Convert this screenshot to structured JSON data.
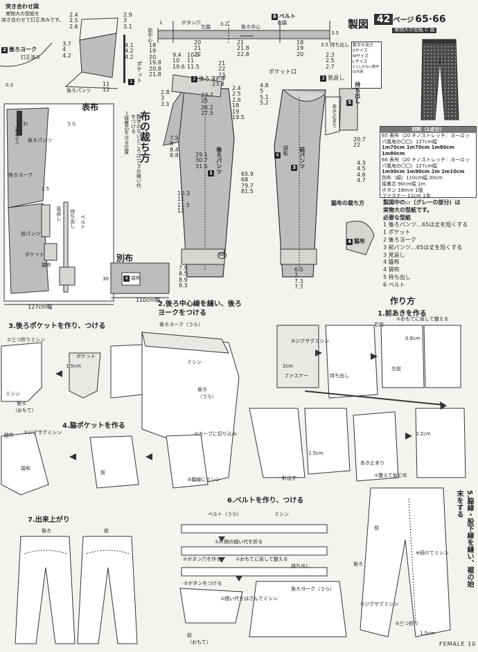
{
  "header": {
    "page_badge": "42",
    "page_label": "ページ",
    "model_numbers": "65·66",
    "full_size_note": "実物大の型紙 C 面",
    "seizu_title": "製図"
  },
  "overlap_diagram": {
    "title": "突き合わせ図",
    "note_line1": "実物大の型紙を",
    "note_line2": "突き合わせて訂正済みです。",
    "yoke_label": "後ろヨーク",
    "yoke_note": "訂正済み",
    "pocket_label": "ポケット",
    "back_pants_label": "後ろパンツ",
    "nums_a": "2.4\n2.5\n2.6",
    "nums_b": "2.9\n3\n3.1",
    "nums_c": "3.7\n4\n4.2",
    "nums_d": "4.1\n4.2\n4.2",
    "nums_e": "11\n12",
    "nums_f": "0.3"
  },
  "belt_draft": {
    "button_hole": "ボタン穴",
    "left_front": "左脇",
    "center_back": "後ろ中心",
    "right_side": "右脇",
    "belt_label": "ベルト",
    "front_center": "前中心",
    "n1": "1",
    "n2": "0.2",
    "n3": "3.5",
    "n_top1": "20\n21\n22",
    "n_top2": "21\n21.8\n22.8",
    "n_top3": "18\n19\n20",
    "n_side": "3.5 持ち出し"
  },
  "sizes_legend": {
    "title": "数字の見方",
    "s": "Sサイズ",
    "m": "Mサイズ",
    "l": "Lサイズ",
    "one": "1つしかない数字は共通"
  },
  "front_draft_labels": {
    "pocket_mouth": "ポケット口",
    "facing": "見返し",
    "placket": "持ち出し",
    "opening_end": "あき止まり",
    "back_pants": "後ろパンツ",
    "front_pants": "前パンツ",
    "bag": "袋布",
    "side_pocket": "脇布",
    "side_cloth_cut": "脇布の裁ち方",
    "back_yoke": "後ろヨーク"
  },
  "draft_numbers": {
    "left_col": "18\n19\n20\n19.8\n20.8\n21.8",
    "l2": "9.4\n10\n10.6",
    "l3": "10.5\n11\n11.5",
    "l4": "21\n22\n23",
    "l5": "22.8\n23.8",
    "mid_a": "23.7\n25",
    "mid_b": "26.2\n27.5",
    "mid_c": "29.1\n30.7\n31.5",
    "mid_d": "65.9\n68\n79.7\n81.5",
    "mid_e": "10.3\n11\n11.5\n12",
    "mid_f": "7.9\n8.5\n8.9\n9.3",
    "mid_g": "6.5\n7\n7.3\n7.7",
    "r_a": "4.8\n5\n5.1\n5.2",
    "r_b": "20.7\n22",
    "r_c": "4.3\n4.5\n4.6\n4.7",
    "r_d": "2.3\n2.5\n2.7",
    "side_nums": "2.4\n2.5\n2.6\n18\n19\n19.5",
    "left_edge": "2.8\n3\n3.1",
    "hip": "7.5\n8\n8.4\n8.8",
    "n66": "66"
  },
  "product": {
    "caption_badge": "実物大の型紙 C 面",
    "materials_title": "材料（1点分）",
    "mat_65": "65 表布（20 チノストレッチ：ヨーロッパ風地の〇〇）127cm幅",
    "mat_65_len": "1m70cm 1m70cm 1m80cm 1m80cm",
    "mat_66": "66 表布（20 チノストレッチ：ヨーロッパ風地の〇〇）127cm幅",
    "mat_66_len": "1m90cm 1m90cm 2m 2m10cm",
    "mat_other": "別布（綿）110cm幅 30cm",
    "mat_interfacing": "接着芯 90cm幅 1m",
    "mat_button": "ボタン 18mm 1個",
    "mat_zipper": "ファスナー 11cm 1本"
  },
  "pattern_list": {
    "intro1": "製図中の▭（グレーの部分）は",
    "intro2": "実物大の型紙です。",
    "intro3": "必要な型紙",
    "items": [
      "1 後ろパンツ…65は丈を短くする",
      "1 ポケット",
      "2 後ろヨーク",
      "3 前パンツ…65は丈を短くする",
      "3 見返し",
      "4 脇布",
      "4 袋布",
      "5 持ち出し",
      "6 ベルト"
    ]
  },
  "cutting": {
    "title_v": "布の裁ち方",
    "omote_label": "表布",
    "note_v": "数字のないところは1cmの縫い代をつける",
    "legend": "＝接着芯をはる位置",
    "width_127": "127cm幅",
    "width_110": "110cm幅",
    "betsu_label": "別布",
    "bag_label": "袋布",
    "label_30": "30",
    "fold": "わ",
    "pieces": [
      "後ろパンツ",
      "後ろヨーク",
      "前パンツ",
      "ポケット",
      "脇布",
      "見返し",
      "持ち出し",
      "ベルト",
      "うら",
      "（おもて）"
    ],
    "n25": "2.5"
  },
  "steps": {
    "title": "作り方",
    "s1": "1.前あきを作る",
    "s2": "2.後ろ中心線を縫い、後ろヨークをつける",
    "s3": "3.後ろポケットを作り、つける",
    "s4": "4.脇ポケットを作る",
    "s5": "5.脇線・股下線を縫い、裾の始末をする",
    "s6": "6.ベルトを作り、つける",
    "s7": "7.出来上がり"
  },
  "step_labels": {
    "mishin": "ミシン",
    "zigzag": "②ジグザグミシン",
    "fold_edge": "①三つ折りミシン",
    "back": "後ろ",
    "front": "前",
    "omote": "（おもて）",
    "ura": "（うら）",
    "left_front": "左前",
    "right_front": "右前",
    "fastener": "ファスナー",
    "yoke_ura": "後ろヨーク（うら）",
    "belt_ura": "ベルト（うら）",
    "placket": "持ち出し",
    "turn_fold": "①片側の縫い代を折る",
    "button_hole": "②ボタン穴を作る",
    "fold_back": "①おもてに返して整える",
    "button_sew": "②ボタンをつける",
    "belt_fold": "①縫い代をはさんでミシン",
    "one_stitch": "一針出す",
    "curve_cut": "②カーブに切り込み",
    "side_mishin": "③脇線にミシン",
    "side_cloth": "脇布",
    "bag_cloth": "袋布",
    "fold_back_e": "①整えて仮どめ",
    "dim_15": "1.5cm",
    "dim_08": "0.8cm",
    "dim_02": "0.2cm",
    "dim_2": "2cm",
    "turn_hem": "③三つ折り",
    "stitch_cont": "※続けてミシン",
    "nui": "縫い代を",
    "pocket": "ポケット",
    "gusset": "あき止まり"
  },
  "footer": {
    "magazine": "FEMALE",
    "page": "10"
  }
}
